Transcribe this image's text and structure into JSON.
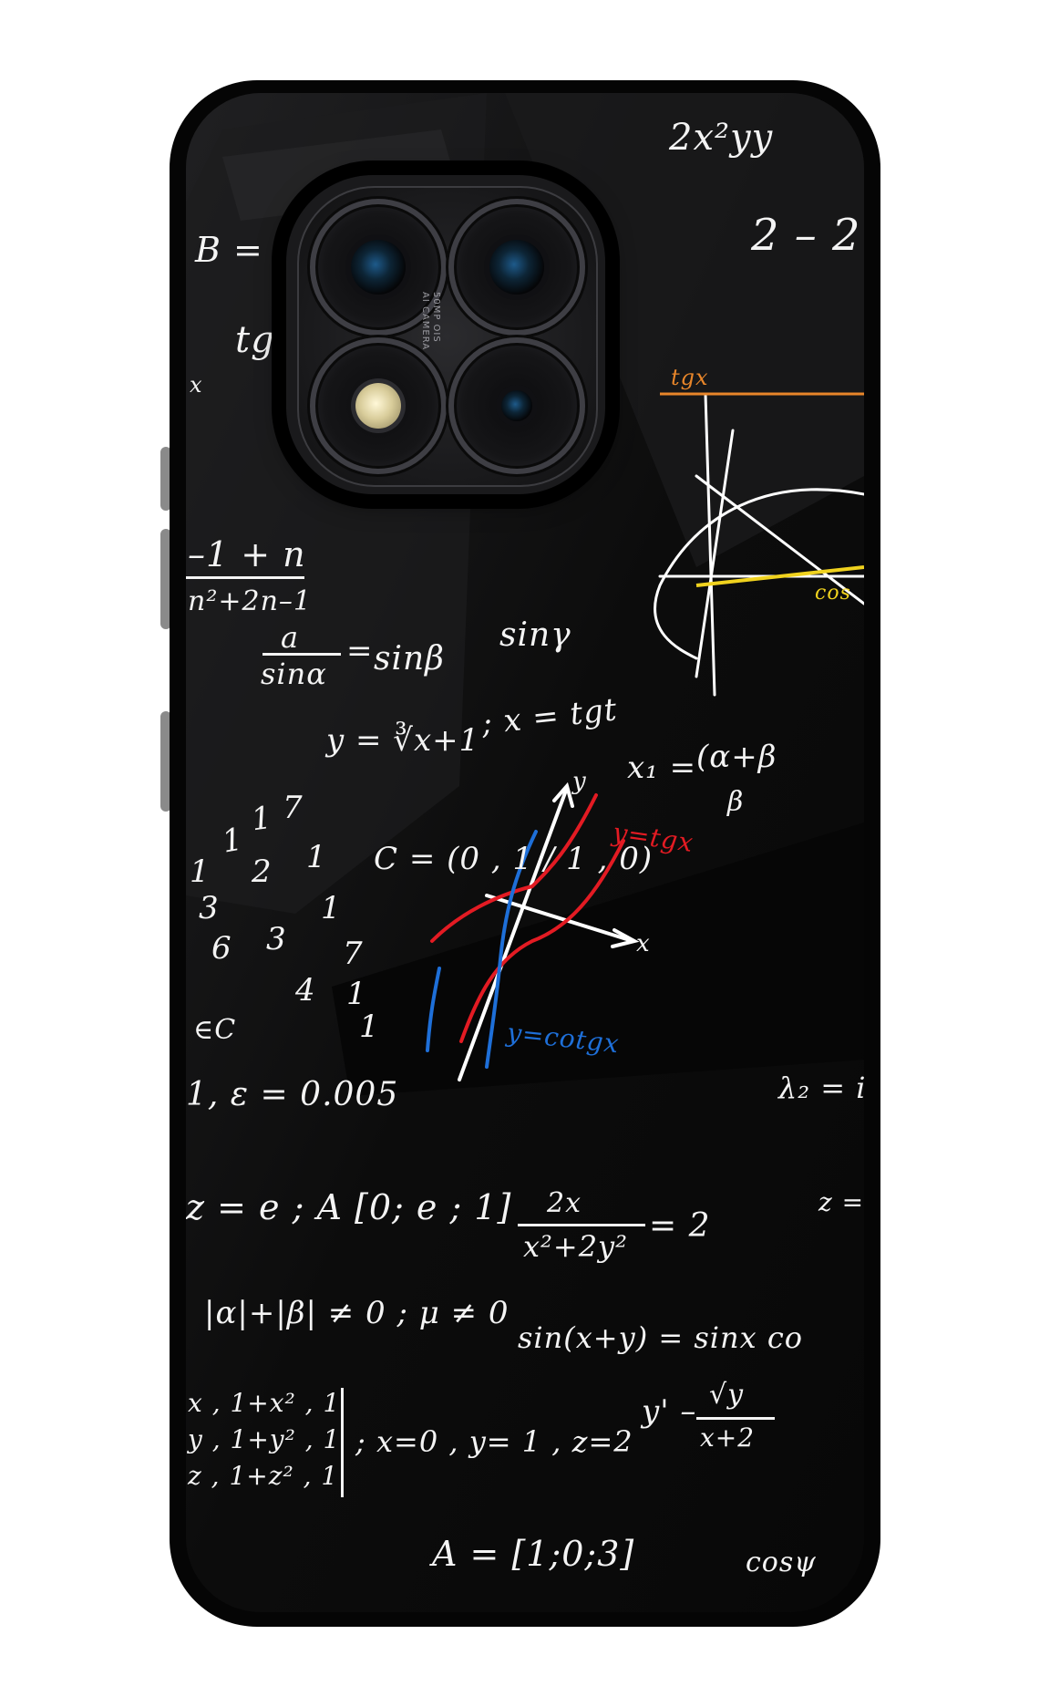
{
  "camera_text": {
    "line1": "50MP OIS",
    "line2": "AI CAMERA"
  },
  "graph": {
    "label_y_tg": "y=tgx",
    "label_y_cotg": "y=cotgx",
    "axis_x": "x",
    "axis_y": "y",
    "color_tg": "#e31b23",
    "color_cotg": "#1e6fd8"
  },
  "equations": {
    "e01": "2x²yy",
    "e02": "B = (",
    "e03": "2 – 2",
    "e04": "tg",
    "e05": "x",
    "e06": "tgx",
    "e07": "cos",
    "e08": "–1 + n",
    "e09": "n²+2n–1",
    "e10": "a",
    "e11": "sinα",
    "e12": "=",
    "e13": "sinβ",
    "e14": "sinγ",
    "e15": "y = ∛x+1",
    "e16": "; x = tgt",
    "e17": "x₁ =",
    "e18": "(α+β",
    "e19": "β",
    "e20": "C = (0 , 1 / 1 , 0)",
    "e21": "∈C",
    "e22": "1, ε = 0.005",
    "e23": "λ₂ = i",
    "e24": "z = e ; A [0; e ; 1]",
    "e25": "2x",
    "e26": "x²+2y²",
    "e27": "= 2",
    "e28": "z =",
    "e29": "|α|+|β| ≠ 0 ; μ ≠ 0",
    "e30": "sin(x+y) = sinx co",
    "e31": "y' –",
    "e32": "√y",
    "e33": "x+2",
    "e34": "x , 1+x² , 1",
    "e35": "y , 1+y² , 1",
    "e36": "z , 1+z² , 1",
    "e37": "; x=0 , y= 1 , z=2",
    "e38": "A = [1;0;3]",
    "e39": "cosψ"
  },
  "digits": [
    "1",
    "1",
    "7",
    "1",
    "2",
    "1",
    "3",
    "1",
    "6",
    "3",
    "7",
    "4",
    "1",
    "1"
  ]
}
